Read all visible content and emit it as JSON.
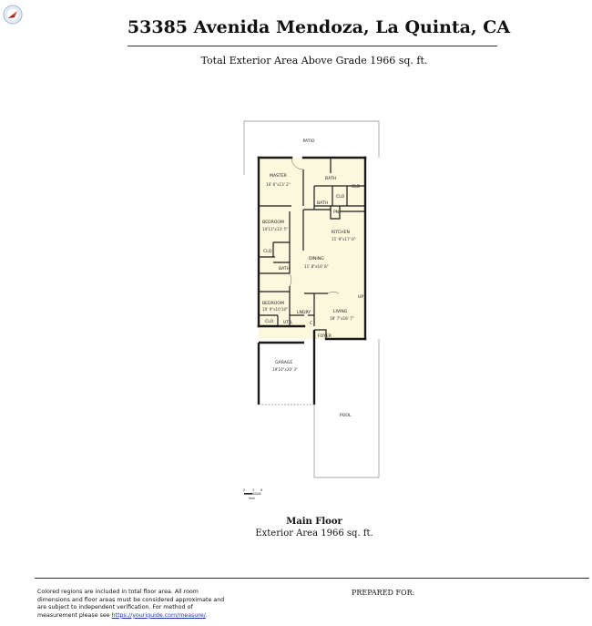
{
  "header": {
    "title": "53385 Avenida Mendoza, La Quinta, CA",
    "subtitle": "Total Exterior Area Above Grade 1966 sq. ft."
  },
  "plan": {
    "fill_color": "#fbf8dd",
    "wall_color": "#1a1a1a",
    "rooms": {
      "patio": "PATIO",
      "master": "MASTER",
      "master_dim": "16' 6\"x13' 2\"",
      "bath1": "BATH",
      "clo1": "CLO",
      "clo2": "CLO",
      "bath2": "BATH",
      "pn": "PN",
      "kitchen": "KITCHEN",
      "kitchen_dim": "11' 9\"x17' 6\"",
      "bedroom1": "BEDROOM",
      "bedroom1_dim": "10'11\"x13' 5\"",
      "clo3": "CLO",
      "dining": "DINING",
      "dining_dim": "11' 8\"x16' 8\"",
      "bath3": "BATH",
      "bedroom2": "BEDROOM",
      "bedroom2_dim": "10' 9\"x10'10\"",
      "clo4": "CLO",
      "util": "UTIL",
      "lndry": "LNDRY",
      "c": "C",
      "living": "LIVING",
      "living_dim": "18' 7\"x18' 7\"",
      "up": "UP",
      "foyer": "FOYER",
      "garage": "GARAGE",
      "garage_dim": "19'10\"x20' 3\"",
      "pool": "POOL"
    },
    "scale": {
      "t0": "0",
      "t3": "3",
      "t6": "6",
      "unit": "feet"
    }
  },
  "floor": {
    "title": "Main Floor",
    "area": "Exterior Area 1966 sq. ft."
  },
  "footer": {
    "disclaimer_text": "Colored regions are included in total floor area. All room dimensions and floor areas must be considered approximate and are subject to independent verification. For method of measurement please see",
    "disclaimer_link": "https://youriguide.com/measure/",
    "disclaimer_end": ".",
    "prepared_for": "PREPARED FOR:"
  },
  "logo_icon": "compass-logo-icon"
}
